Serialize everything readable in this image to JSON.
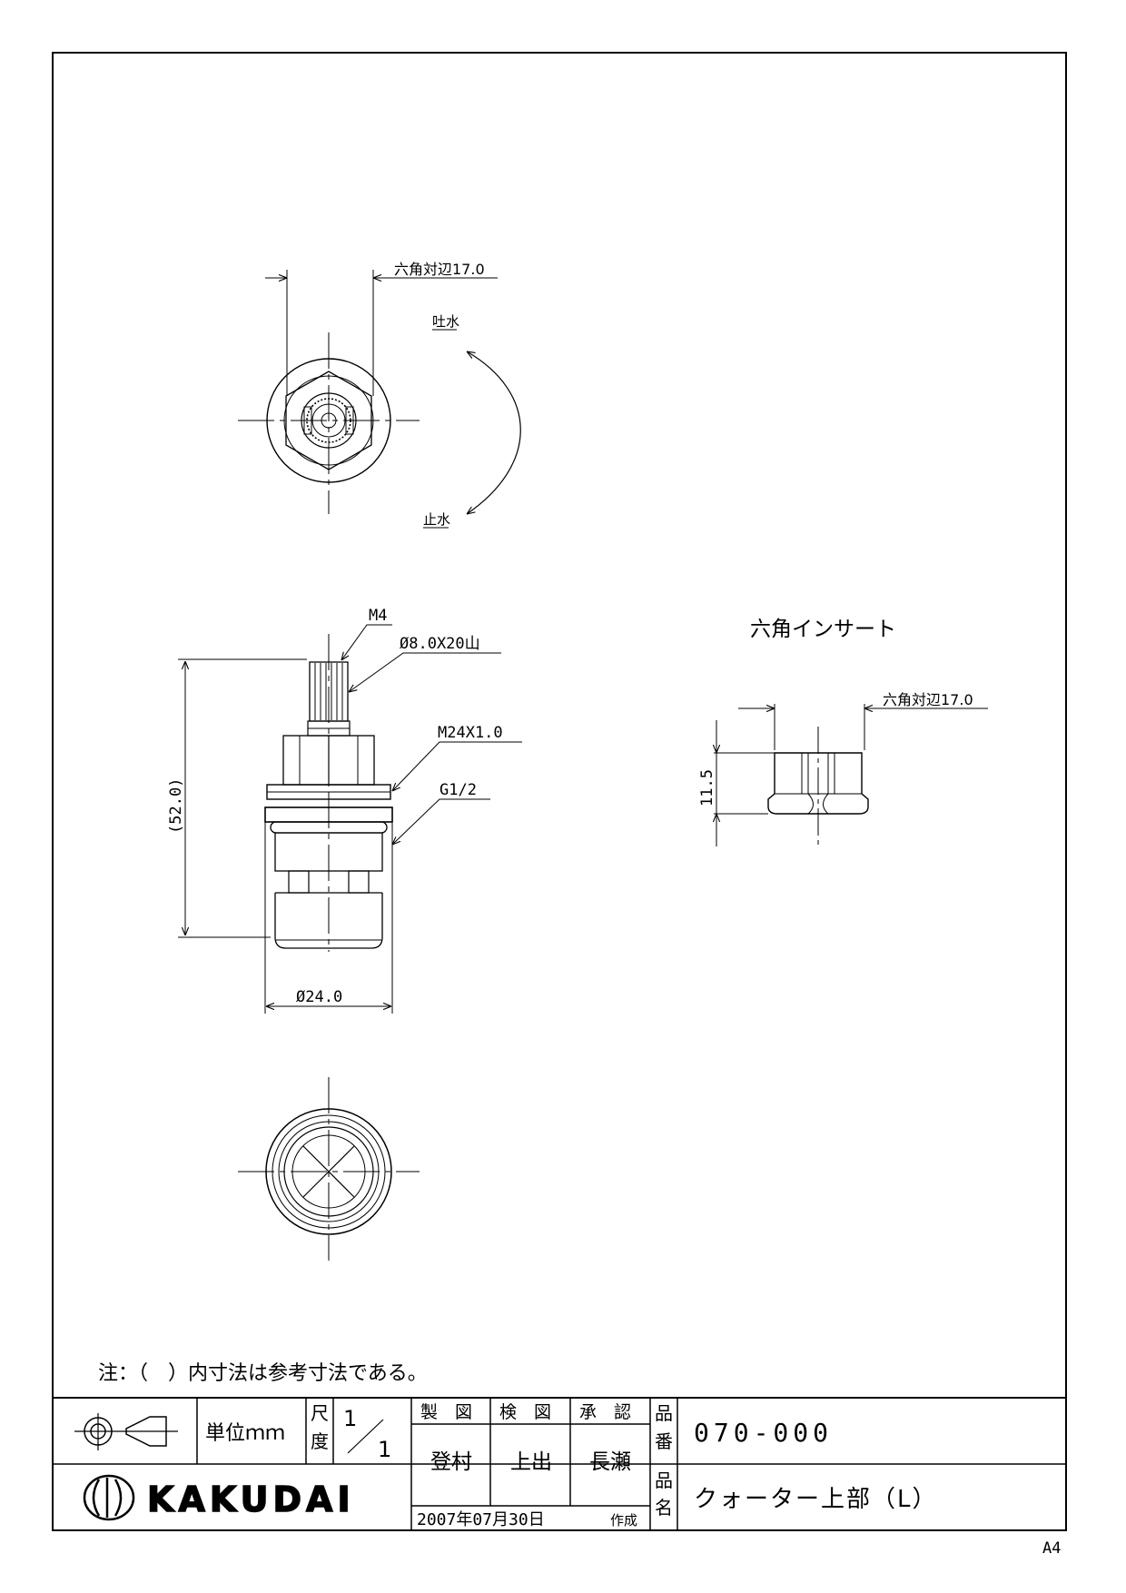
{
  "top_view": {
    "hex_dim": "六角対辺17.0",
    "open_label": "吐水",
    "close_label": "止水"
  },
  "side_view": {
    "m4": "M4",
    "spline": "Ø8.0X20山",
    "thread_m24": "M24X1.0",
    "thread_g": "G1/2",
    "height": "(52.0)",
    "diameter": "Ø24.0"
  },
  "insert": {
    "title": "六角インサート",
    "hex_dim": "六角対辺17.0",
    "height": "11.5"
  },
  "note": "注：（　）内寸法は参考寸法である。",
  "title_block": {
    "unit": "単位ｍｍ",
    "scale_label_1": "尺",
    "scale_label_2": "度",
    "scale_num": "1",
    "scale_den": "1",
    "h_made": "製　図",
    "h_check": "検　図",
    "h_approve": "承　認",
    "n_made": "登村",
    "n_check": "上出",
    "n_approve": "長瀬",
    "partno_label_1": "品",
    "partno_label_2": "番",
    "partno": "070-000",
    "name_label_1": "品",
    "name_label_2": "名",
    "name": "クォーター上部（L）",
    "logo": "KAKUDAI",
    "date": "2007年07月30日",
    "date_suffix": "作成"
  },
  "paper_size": "A4"
}
